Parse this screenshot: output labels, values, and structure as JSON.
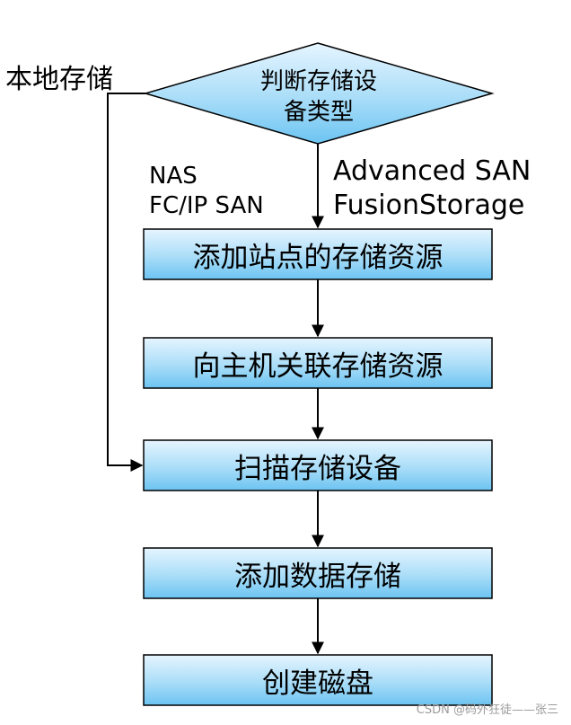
{
  "decision": {
    "line1": "判断存储设",
    "line2": "备类型"
  },
  "branch_labels": {
    "local_storage": "本地存储",
    "nas": "NAS",
    "fc_ip_san": "FC/IP SAN",
    "advanced_san": "Advanced SAN",
    "fusion_storage": "FusionStorage"
  },
  "steps": [
    {
      "label": "添加站点的存储资源"
    },
    {
      "label": "向主机关联存储资源"
    },
    {
      "label": "扫描存储设备"
    },
    {
      "label": "添加数据存储"
    },
    {
      "label": "创建磁盘"
    }
  ],
  "watermark": "CSDN @码外狂徒——张三",
  "colors": {
    "fill_top": "#e6f5ff",
    "fill_bottom": "#6cc4f2",
    "stroke": "#000000",
    "text": "#000000"
  }
}
